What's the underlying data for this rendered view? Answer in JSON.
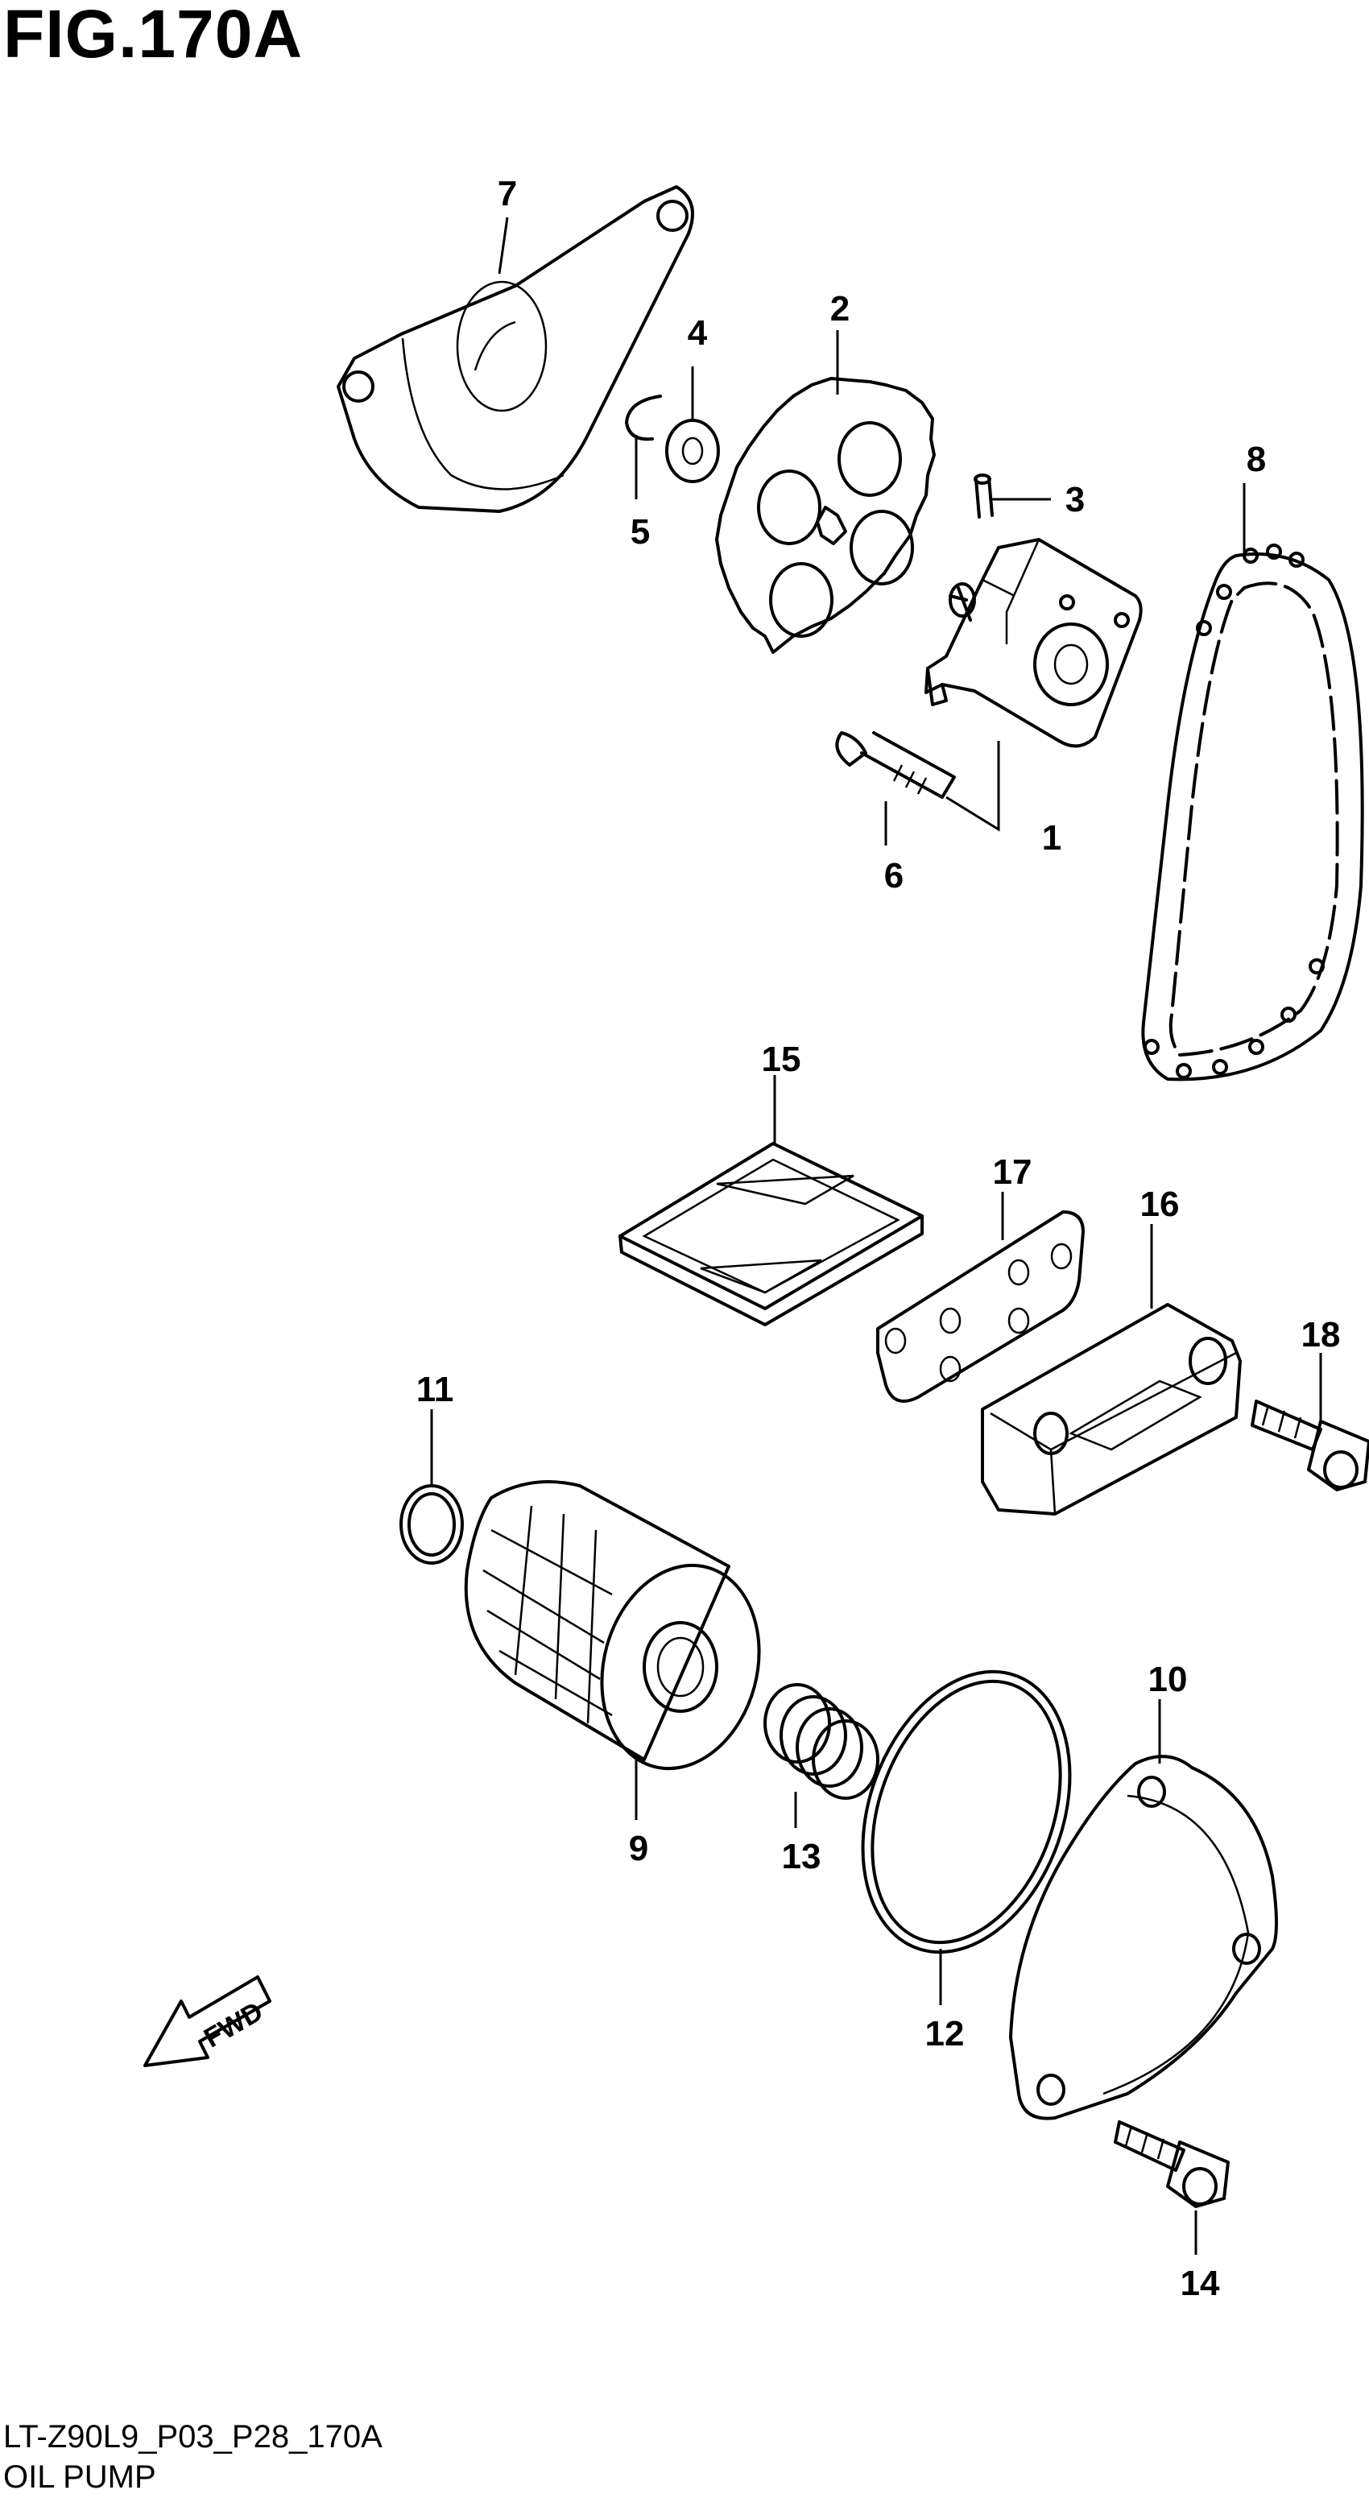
{
  "figure": {
    "title": "FIG.170A",
    "code": "LT-Z90L9_P03_P28_170A",
    "name": "OIL PUMP"
  },
  "fwd_label": "FWD",
  "callouts": [
    "1",
    "2",
    "3",
    "4",
    "5",
    "6",
    "7",
    "8",
    "9",
    "10",
    "11",
    "12",
    "13",
    "14",
    "15",
    "16",
    "17",
    "18"
  ]
}
